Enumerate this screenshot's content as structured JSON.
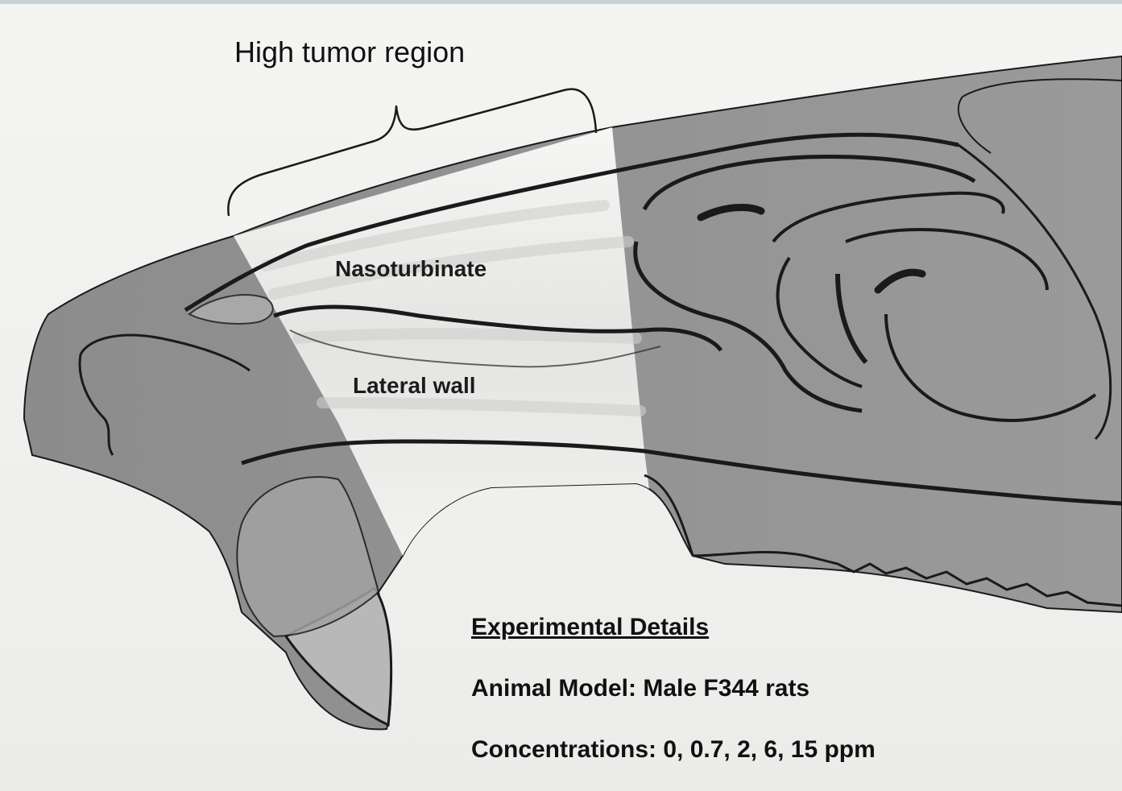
{
  "diagram": {
    "region_label": "High tumor region",
    "nasoturbinate_label": "Nasoturbinate",
    "lateral_wall_label": "Lateral wall"
  },
  "details": {
    "heading": "Experimental Details",
    "animal_model": "Animal Model: Male F344 rats",
    "concentrations": "Concentrations:  0, 0.7, 2, 6, 15 ppm"
  },
  "colors": {
    "background": "#e9eeee",
    "paper": "#f1f1ee",
    "shaded_tissue": "#8f8f8f",
    "highlight_region": "#f3f3f0",
    "outline": "#1a1a1a"
  }
}
